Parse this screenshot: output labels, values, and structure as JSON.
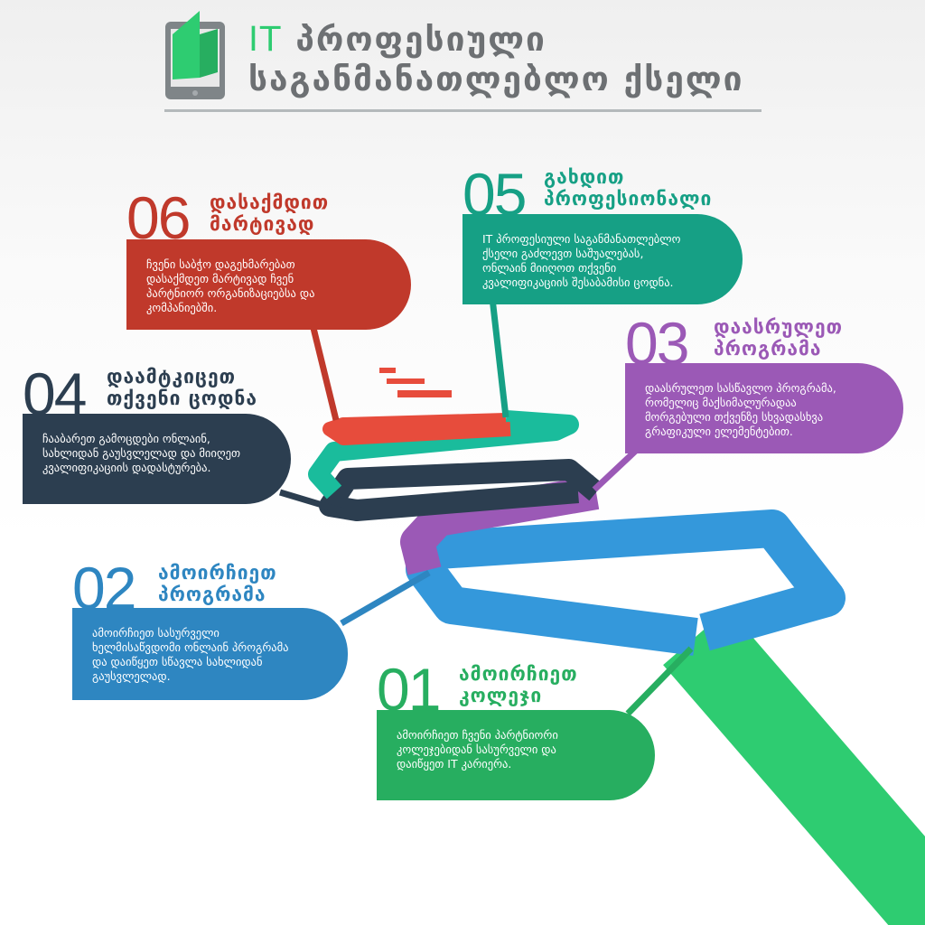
{
  "header": {
    "title_accent": "IT",
    "title_line1": "პროფესიული",
    "title_line2": "საგანმანათლებლო ქსელი",
    "icon": "tablet-book-icon"
  },
  "colors": {
    "red": "#c0392b",
    "teal": "#16a085",
    "purple": "#9b59b6",
    "navy": "#2c3e50",
    "blue": "#2e86c1",
    "green": "#27ae60",
    "road_green": "#2ecc71"
  },
  "steps": [
    {
      "num": "01",
      "title1": "ამოირჩიეთ",
      "title2": "კოლეჯი",
      "lines": [
        "ამოირჩიეთ ჩვენი პარტნიორი",
        "კოლეჯებიდან სასურველი და",
        "დაიწყეთ IT კარიერა."
      ]
    },
    {
      "num": "02",
      "title1": "ამოირჩიეთ",
      "title2": "პროგრამა",
      "lines": [
        "ამოირჩიეთ სასურველი",
        "ხელმისაწვდომი ონლაინ პროგრამა",
        "და დაიწყეთ სწავლა სახლიდან",
        "გაუსვლელად."
      ]
    },
    {
      "num": "03",
      "title1": "დაასრულეთ",
      "title2": "პროგრამა",
      "lines": [
        "დაასრულეთ სასწავლო პროგრამა,",
        "რომელიც მაქსიმალურადაა",
        "მორგებული თქვენზე სხვადასხვა",
        "გრაფიკული ელემენტებით."
      ]
    },
    {
      "num": "04",
      "title1": "დაამტკიცეთ",
      "title2": "თქვენი ცოდნა",
      "lines": [
        "ჩააბარეთ გამოცდები ონლაინ,",
        "სახლიდან გაუსვლელად და მიიღეთ",
        "კვალიფიკაციის დადასტურება."
      ]
    },
    {
      "num": "05",
      "title1": "გახდით",
      "title2": "პროფესიონალი",
      "lines": [
        "IT პროფესიული საგანმანათლებლო",
        "ქსელი გაძლევთ საშუალებას,",
        "ონლაინ მიიღოთ თქვენი",
        "კვალიფიკაციის შესაბამისი ცოდნა."
      ]
    },
    {
      "num": "06",
      "title1": "დასაქმდით",
      "title2": "მარტივად",
      "lines": [
        "ჩვენი საბჭო დაგეხმარებათ",
        "დასაქმდეთ მარტივად ჩვენ",
        "პარტნიორ ორგანიზაციებსა და",
        "კომპანიებში."
      ]
    }
  ]
}
